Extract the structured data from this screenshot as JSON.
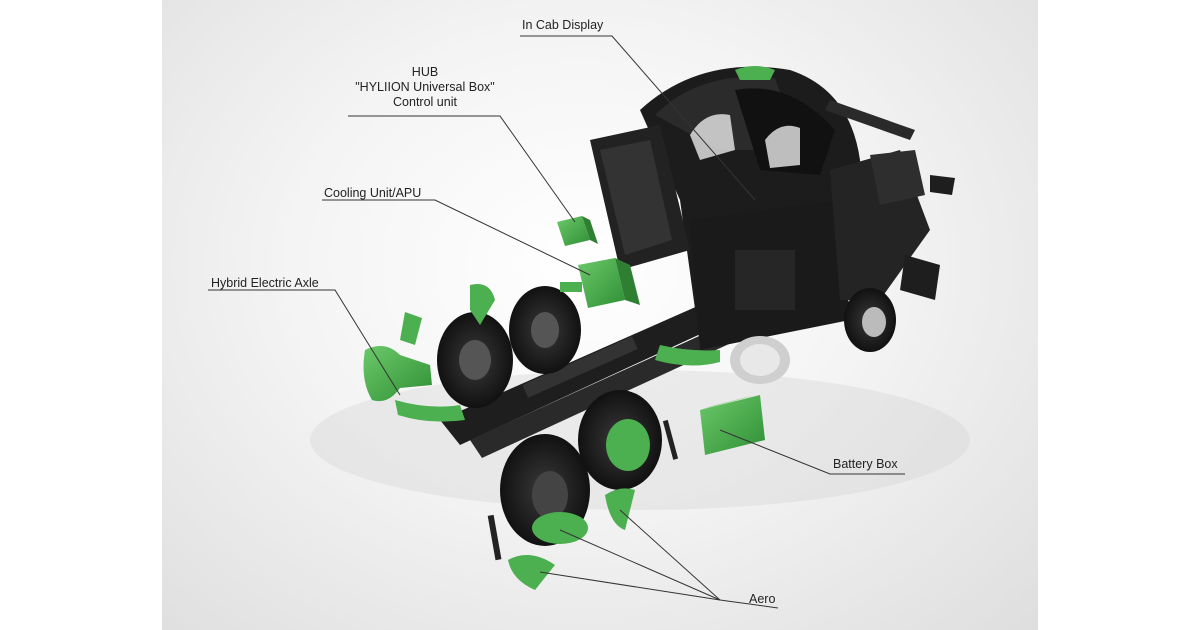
{
  "labels": {
    "in_cab_display": "In Cab Display",
    "hub_line1": "HUB",
    "hub_line2": "\"HYLIION Universal Box\"",
    "hub_line3": "Control unit",
    "cooling_unit": "Cooling Unit/APU",
    "hybrid_axle": "Hybrid Electric Axle",
    "battery_box": "Battery Box",
    "aero": "Aero"
  },
  "colors": {
    "component_green": "#4caf50",
    "truck_black": "#1c1c1c",
    "leader_line": "#333333"
  }
}
